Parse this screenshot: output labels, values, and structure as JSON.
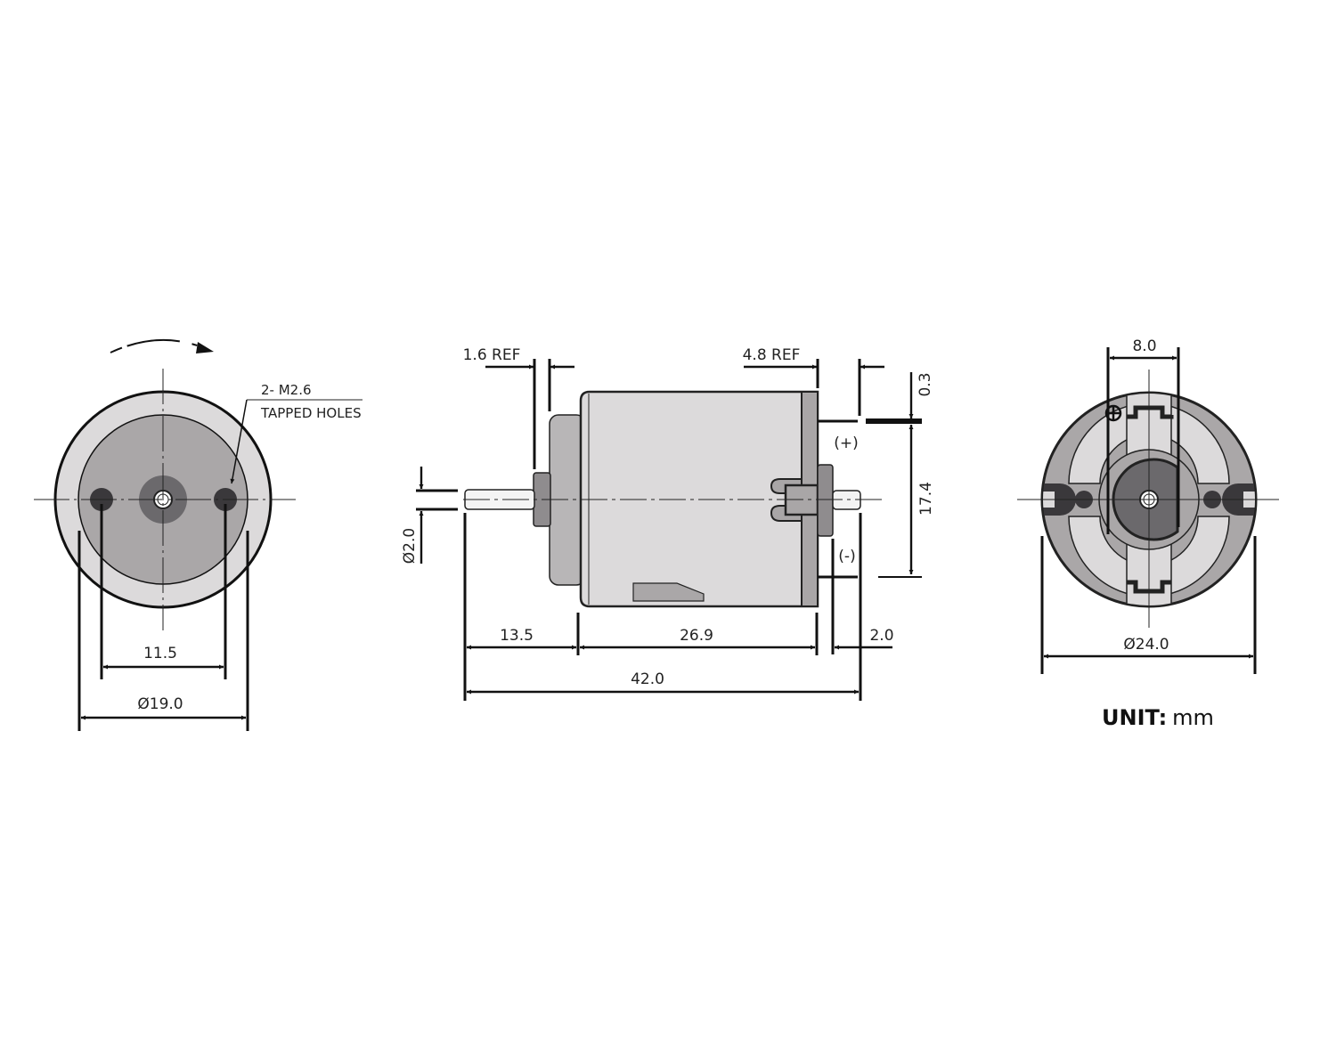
{
  "title": "DC motor dimension drawing",
  "unit": {
    "label": "UNIT:",
    "value": "mm"
  },
  "colors": {
    "light": "#dcdadb",
    "mid": "#aaa7a8",
    "dark": "#6b696c",
    "hole": "#3a383b",
    "line": "#111111"
  },
  "front_view": {
    "callout_line1": "2- M2.6",
    "callout_line2": "TAPPED HOLES",
    "hole_spacing": "11.5",
    "diameter": "Ø19.0"
  },
  "side_view": {
    "shaft_diameter": "Ø2.0",
    "flange_ref": "1.6 REF",
    "terminal_ref": "4.8 REF",
    "terminal_thickness": "0.3",
    "terminal_spacing": "17.4",
    "plus_label": "(+)",
    "minus_label": "(-)",
    "shaft_length": "13.5",
    "body_length": "26.9",
    "rear_shaft": "2.0",
    "overall_length": "42.0"
  },
  "rear_view": {
    "terminal_width": "8.0",
    "diameter": "Ø24.0"
  }
}
